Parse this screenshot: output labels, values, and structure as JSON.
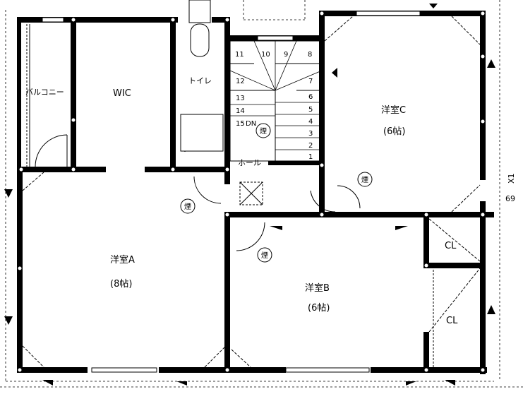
{
  "rooms": {
    "balcony": "バルコニー",
    "wic": "WIC",
    "toilet": "トイレ",
    "hall": "ホール",
    "room_a_name": "洋室A",
    "room_a_size": "(8帖)",
    "room_b_name": "洋室B",
    "room_b_size": "(6帖)",
    "room_c_name": "洋室C",
    "room_c_size": "(6帖)",
    "closet_1": "CL",
    "closet_2": "CL"
  },
  "stairs": {
    "steps_top": [
      "11",
      "10",
      "9",
      "8"
    ],
    "steps_left": [
      "12",
      "13",
      "14"
    ],
    "steps_right": [
      "7",
      "6",
      "5",
      "4",
      "3",
      "2",
      "1"
    ],
    "last_step": "15",
    "dn": "DN"
  },
  "smoke_detector_symbol": "煙",
  "dimensions": {
    "x1": "X1",
    "x1_value": "69"
  },
  "colors": {
    "wall": "#000000",
    "line": "#000000",
    "background": "#ffffff"
  }
}
